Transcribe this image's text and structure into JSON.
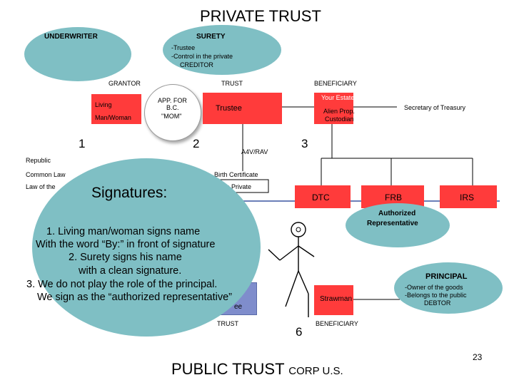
{
  "title": "PRIVATE TRUST",
  "underwriter": "UNDERWRITER",
  "surety": {
    "label": "SURETY",
    "notes": [
      "-Trustee",
      "-Control in the private",
      "CREDITOR"
    ]
  },
  "row_headers": {
    "grantor": "GRANTOR",
    "trust": "TRUST",
    "beneficiary": "BENEFICIARY"
  },
  "living": {
    "line1": "Living",
    "line2": "Man/Woman"
  },
  "app_for_bc": {
    "line1": "APP. FOR",
    "line2": "B.C.",
    "line3": "\"MOM\""
  },
  "trustee": "Trustee",
  "your_estate": {
    "line1": "Your Estate",
    "line2": "Alien Prop.",
    "line3": "Custodian"
  },
  "secretary": "Secretary of Treasury",
  "numbers": {
    "n1": "1",
    "n2": "2",
    "n3": "3",
    "n6": "6"
  },
  "a4v": "A4V/RAV",
  "left_labels": {
    "republic": "Republic",
    "common_law": "Common Law",
    "law_of": "Law of the"
  },
  "birth_certificate": "Birth Certificate",
  "in_private": "In Private",
  "banks": {
    "dtc": "DTC",
    "frb": "FRB",
    "irs": "IRS"
  },
  "authorized_rep": {
    "line1": "Authorized",
    "line2": "Representative"
  },
  "signatures": {
    "heading": "Signatures:",
    "lines": [
      "1.  Living man/woman signs name",
      "With the word “By:” in front of signature",
      "2.  Surety signs his name",
      "with a clean signature.",
      "3.  We do not play the role of the principal.",
      "We sign as the “authorized representative”"
    ]
  },
  "trustee_partial": "ee",
  "strawman": "Strawman",
  "principal": {
    "label": "PRINCIPAL",
    "notes": [
      "-Owner of the goods",
      "-Belongs to the public",
      "DEBTOR"
    ]
  },
  "bottom_labels": {
    "trust": "TRUST",
    "beneficiary": "BENEFICIARY"
  },
  "footer": {
    "main": "PUBLIC TRUST",
    "sub": "CORP U.S."
  },
  "page_number": "23",
  "colors": {
    "teal": "#7fbfc4",
    "red": "#ff3b3b",
    "blue_panel": "#4a5fa8"
  }
}
